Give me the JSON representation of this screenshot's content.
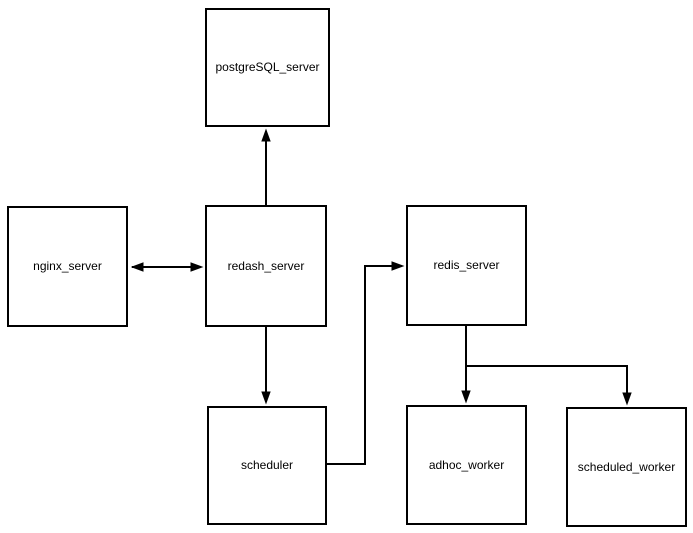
{
  "diagram": {
    "type": "architecture-flowchart",
    "nodes": {
      "postgresql_server": {
        "label": "postgreSQL_server"
      },
      "nginx_server": {
        "label": "nginx_server"
      },
      "redash_server": {
        "label": "redash_server"
      },
      "redis_server": {
        "label": "redis_server"
      },
      "scheduler": {
        "label": "scheduler"
      },
      "adhoc_worker": {
        "label": "adhoc_worker"
      },
      "scheduled_worker": {
        "label": "scheduled_worker"
      }
    },
    "edges": [
      {
        "from": "redash_server",
        "to": "postgreSQL_server",
        "arrows": "end"
      },
      {
        "from": "nginx_server",
        "to": "redash_server",
        "arrows": "both"
      },
      {
        "from": "redash_server",
        "to": "scheduler",
        "arrows": "end"
      },
      {
        "from": "scheduler",
        "to": "redis_server",
        "arrows": "end"
      },
      {
        "from": "redis_server",
        "to": "adhoc_worker",
        "arrows": "end"
      },
      {
        "from": "redis_server",
        "to": "scheduled_worker",
        "arrows": "end"
      }
    ],
    "colors": {
      "stroke": "#000000",
      "node_fill": "#ffffff",
      "background": "#ffffff"
    }
  }
}
